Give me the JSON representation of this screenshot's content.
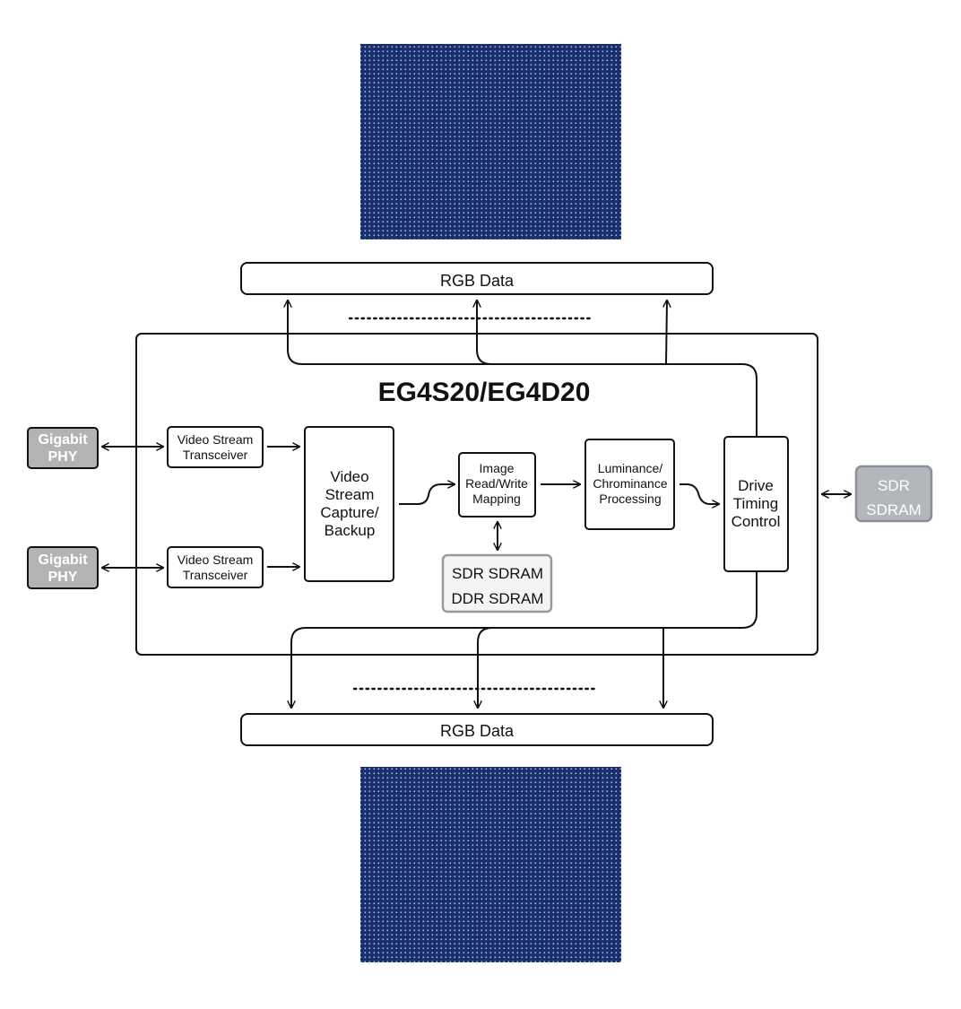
{
  "diagram": {
    "chip_title": "EG4S20/EG4D20",
    "rgb_top": "RGB Data",
    "rgb_bottom": "RGB Data",
    "phy_top": [
      "Gigabit",
      "PHY"
    ],
    "phy_bottom": [
      "Gigabit",
      "PHY"
    ],
    "transceiver_top": [
      "Video Stream",
      "Transceiver"
    ],
    "transceiver_bottom": [
      "Video Stream",
      "Transceiver"
    ],
    "capture": [
      "Video",
      "Stream",
      "Capture/",
      "Backup"
    ],
    "mapping": [
      "Image",
      "Read/Write",
      "Mapping"
    ],
    "memory": [
      "SDR SDRAM",
      "DDR SDRAM"
    ],
    "luminance": [
      "Luminance/",
      "Chrominance",
      "Processing"
    ],
    "drive": [
      "Drive",
      "Timing",
      "Control"
    ],
    "external_sdram": [
      "SDR",
      "SDRAM"
    ],
    "colors": {
      "led_panel": "#1d2d6b",
      "led_dot": "#7fd0ee",
      "phy_fill": "#b3b3b3",
      "sdram_fill": "#b3b6ba",
      "memory_fill": "#f4f4f4",
      "stroke": "#111111"
    }
  }
}
